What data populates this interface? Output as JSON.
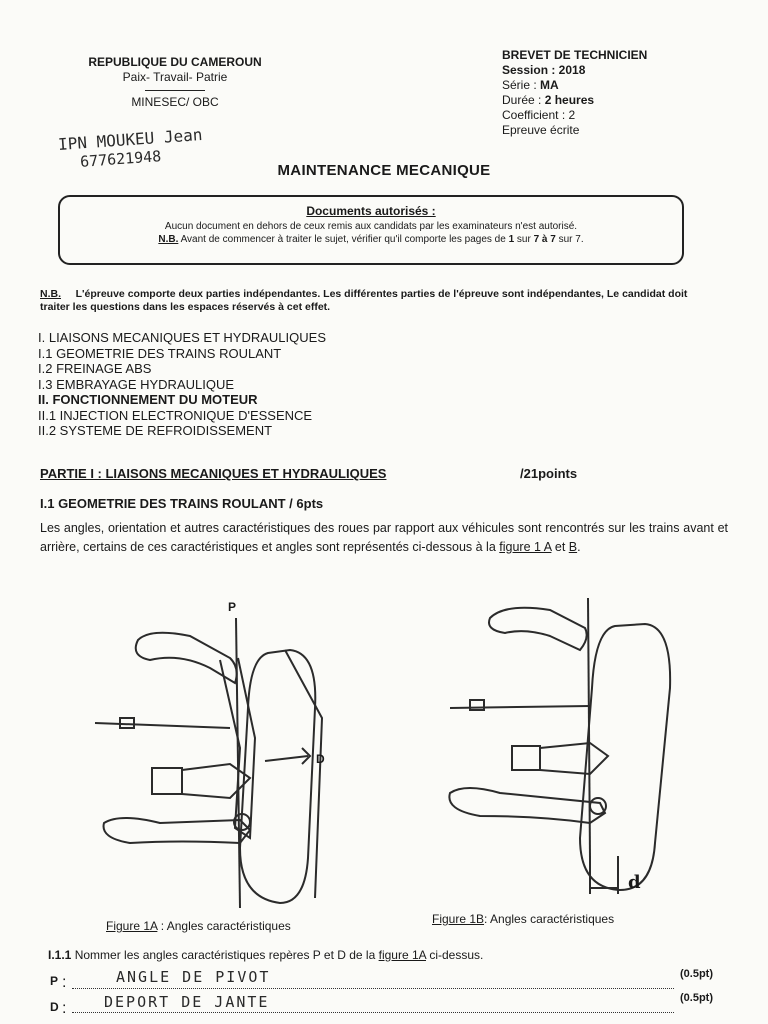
{
  "header_left": {
    "country": "REPUBLIQUE DU CAMEROUN",
    "motto": "Paix- Travail- Patrie",
    "ministry": "MINESEC/ OBC",
    "handwritten_name": "IPN MOUKEU Jean",
    "handwritten_phone": "677621948"
  },
  "header_right": {
    "exam": "BREVET DE TECHNICIEN",
    "session": "Session : 2018",
    "serie_label": "Série : ",
    "serie_value": "MA",
    "duree_label": "Durée : ",
    "duree_value": "2 heures",
    "coefficient": "Coefficient : 2",
    "epreuve": "Epreuve écrite"
  },
  "title": "MAINTENANCE MECANIQUE",
  "documents_box": {
    "heading": "Documents autorisés :",
    "line1": "Aucun document en dehors de ceux remis aux candidats par les examinateurs n'est autorisé.",
    "nb_label": "N.B.",
    "line2_a": " Avant de commencer à traiter le sujet, vérifier qu'il comporte les pages de ",
    "line2_b": "1",
    "line2_c": " sur ",
    "line2_d": "7 à 7",
    "line2_e": " sur 7."
  },
  "nb": {
    "label": "N.B.",
    "text": "L'épreuve comporte deux parties indépendantes. Les différentes parties de l'épreuve sont indépendantes, Le candidat doit traiter les questions dans les espaces réservés à cet effet."
  },
  "toc": [
    {
      "text": "I. LIAISONS MECANIQUES ET HYDRAULIQUES",
      "bold": false
    },
    {
      "text": "I.1 GEOMETRIE DES TRAINS ROULANT",
      "bold": false
    },
    {
      "text": "I.2 FREINAGE ABS",
      "bold": false
    },
    {
      "text": "I.3 EMBRAYAGE HYDRAULIQUE",
      "bold": false
    },
    {
      "text": "II.  FONCTIONNEMENT DU MOTEUR",
      "bold": true
    },
    {
      "text": "II.1 INJECTION ELECTRONIQUE D'ESSENCE",
      "bold": false
    },
    {
      "text": "II.2 SYSTEME DE REFROIDISSEMENT",
      "bold": false
    }
  ],
  "partie1": {
    "label": "PARTIE I : LIAISONS MECANIQUES ET HYDRAULIQUES",
    "points": "/21points"
  },
  "section_1_1": "I.1 GEOMETRIE DES TRAINS ROULANT / 6pts",
  "paragraph": {
    "text": "Les angles, orientation et autres caractéristiques des roues par rapport aux véhicules sont rencontrés sur les trains avant et arrière, certains de ces caractéristiques et angles sont représentés ci-dessous à la ",
    "fig_ref": "figure 1 A",
    "mid": " et ",
    "fig_ref2": "B",
    "end": "."
  },
  "figures": {
    "fig_a_label_p": "P",
    "fig_a_label_d": "D",
    "fig_b_label_d": "d",
    "caption_a_ref": "Figure 1A",
    "caption_a_text": " : Angles caractéristiques",
    "caption_b_ref": "Figure 1B",
    "caption_b_text": ": Angles caractéristiques"
  },
  "question": {
    "num": "I.1.1",
    "text_a": " Nommer les angles  caractéristiques repères  P et D de la ",
    "ref": "figure 1A",
    "text_b": " ci-dessus.",
    "p_label": "P",
    "p_answer": "ANGLE DE PIVOT",
    "p_points": "(0.5pt)",
    "d_label": "D",
    "d_answer": "DEPORT DE JANTE",
    "d_points": "(0.5pt)"
  }
}
